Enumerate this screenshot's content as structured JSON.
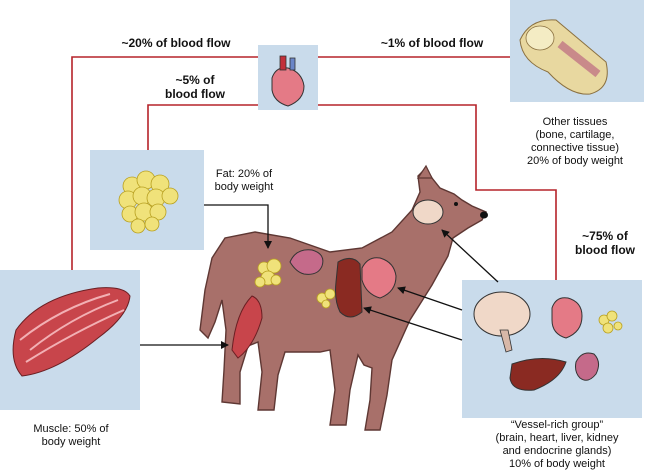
{
  "flows": {
    "muscle": "~20% of blood flow",
    "other": "~1% of blood flow",
    "fat_line1": "~5% of",
    "fat_line2": "blood flow",
    "vrg_line1": "~75% of",
    "vrg_line2": "blood flow"
  },
  "compartments": {
    "fat_line1": "Fat: 20% of",
    "fat_line2": "body weight",
    "other_line1": "Other tissues",
    "other_line2": "(bone, cartilage,",
    "other_line3": "connective tissue)",
    "other_line4": "20% of body weight",
    "muscle_line1": "Muscle: 50% of",
    "muscle_line2": "body weight",
    "vrg_line1": "“Vessel-rich group”",
    "vrg_line2": "(brain, heart, liver, kidney",
    "vrg_line3": "and endocrine glands)",
    "vrg_line4": "10% of body weight"
  },
  "colors": {
    "connector": "#b5232a",
    "panel": "#c9dbeb",
    "dog": "#a8706a",
    "fat": "#f0e27a",
    "liver": "#8a2a22",
    "muscle": "#c8454b"
  }
}
